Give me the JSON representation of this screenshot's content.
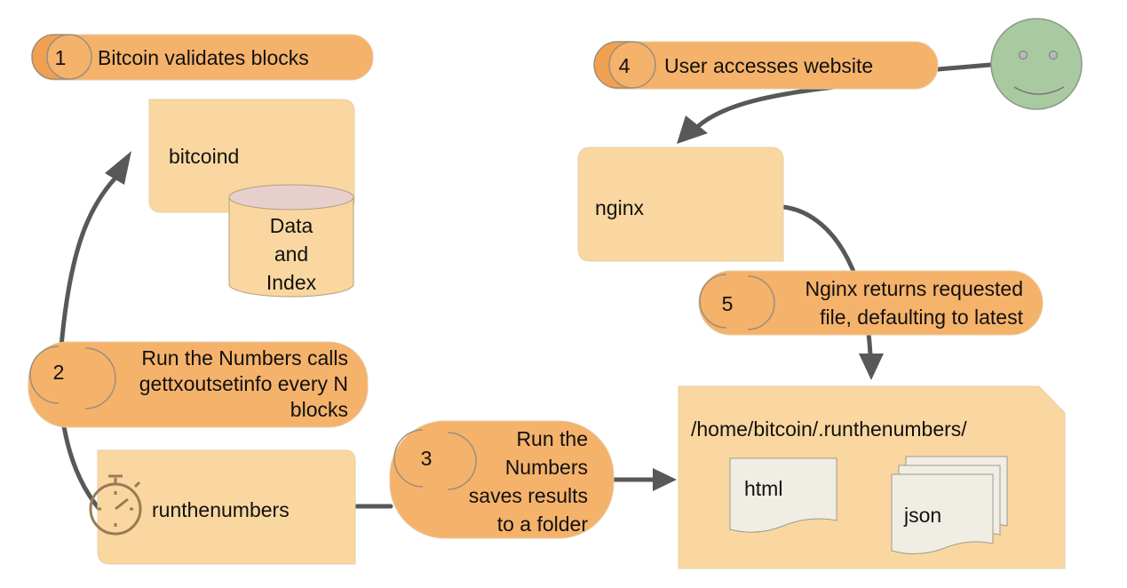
{
  "steps": [
    {
      "number": "1",
      "text": "Bitcoin validates blocks"
    },
    {
      "number": "2",
      "lines": [
        "Run the Numbers calls",
        "gettxoutsetinfo every N",
        "blocks"
      ]
    },
    {
      "number": "3",
      "lines": [
        "Run the",
        "Numbers",
        "saves results",
        "to a folder"
      ]
    },
    {
      "number": "4",
      "text": "User accesses website"
    },
    {
      "number": "5",
      "lines": [
        "Nginx returns requested",
        "file, defaulting to latest"
      ]
    }
  ],
  "nodes": {
    "bitcoind": "bitcoind",
    "database": [
      "Data",
      "and",
      "Index"
    ],
    "runthenumbers": "runthenumbers",
    "nginx": "nginx",
    "folder_path": "/home/bitcoin/.runthenumbers/",
    "html_file": "html",
    "json_file": "json"
  },
  "colors": {
    "box_fill": "#fad7a0",
    "box_stroke": "#e2cfa8",
    "step_fill": "#f5b26b",
    "step_stroke": "#9e8e7a",
    "arrow": "#585858",
    "smiley_fill": "#a9c9a0",
    "doc_fill": "#f0eee4"
  },
  "icons": {
    "user": "smiley-icon",
    "timer": "stopwatch-icon"
  }
}
